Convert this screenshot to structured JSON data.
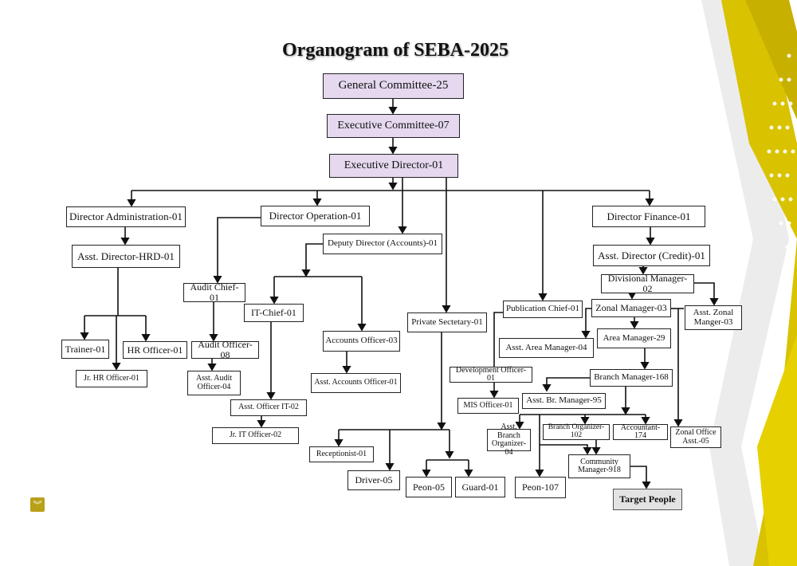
{
  "title": "Organogram of SEBA-2025",
  "org": {
    "general_committee": "General Committee-25",
    "executive_committee": "Executive Committee-07",
    "executive_director": "Executive Director-01",
    "director_admin": "Director Administration-01",
    "director_operation": "Director Operation-01",
    "deputy_director_accounts": "Deputy Director (Accounts)-01",
    "asst_director_hrd": "Asst. Director-HRD-01",
    "audit_chief": "Audit Chief-01",
    "it_chief": "IT-Chief-01",
    "accounts_officer": "Accounts Officer-03",
    "private_secretary": "Private Sectetary-01",
    "publication_chief": "Publication Chief-01",
    "director_finance": "Director Finance-01",
    "asst_director_credit": "Asst. Director (Credit)-01",
    "divisional_manager": "Divisional Manager-02",
    "zonal_manager": "Zonal Manager-03",
    "asst_zonal_manager": "Asst. Zonal Manger-03",
    "asst_area_manager": "Asst. Area Manager-04",
    "area_manager": "Area Manager-29",
    "trainer": "Trainer-01",
    "hr_officer": "HR Officer-01",
    "audit_officer": "Audit Officer-08",
    "jr_hr_officer": "Jr. HR Officer-01",
    "asst_audit_officer": "Asst. Audit Officer-04",
    "asst_accounts_officer": "Asst. Accounts Officer-01",
    "development_officer": "Development Officer-01",
    "branch_manager": "Branch Manager-168",
    "asst_br_manager": "Asst. Br. Manager-95",
    "mis_officer": "MIS Officer-01",
    "asst_officer_it": "Asst. Officer IT-02",
    "jr_it_officer": "Jr. IT Officer-02",
    "asst_branch_organizer": "Asst. Branch Organizer-04",
    "branch_organizer": "Branch Organizer-102",
    "accountant": "Accountant-174",
    "zonal_office_asst": "Zonal Office Asst.-05",
    "receptionist": "Receptionist-01",
    "community_manager": "Community Manager-918",
    "driver": "Driver-05",
    "peon_05": "Peon-05",
    "guard": "Guard-01",
    "peon_107": "Peon-107",
    "target_people": "Target People"
  },
  "colors": {
    "top_box": "#e5d8ef",
    "accent_yellow": "#d9c200",
    "target_box": "#e3e3e3"
  },
  "badge_icon": "chevrons-down-icon"
}
